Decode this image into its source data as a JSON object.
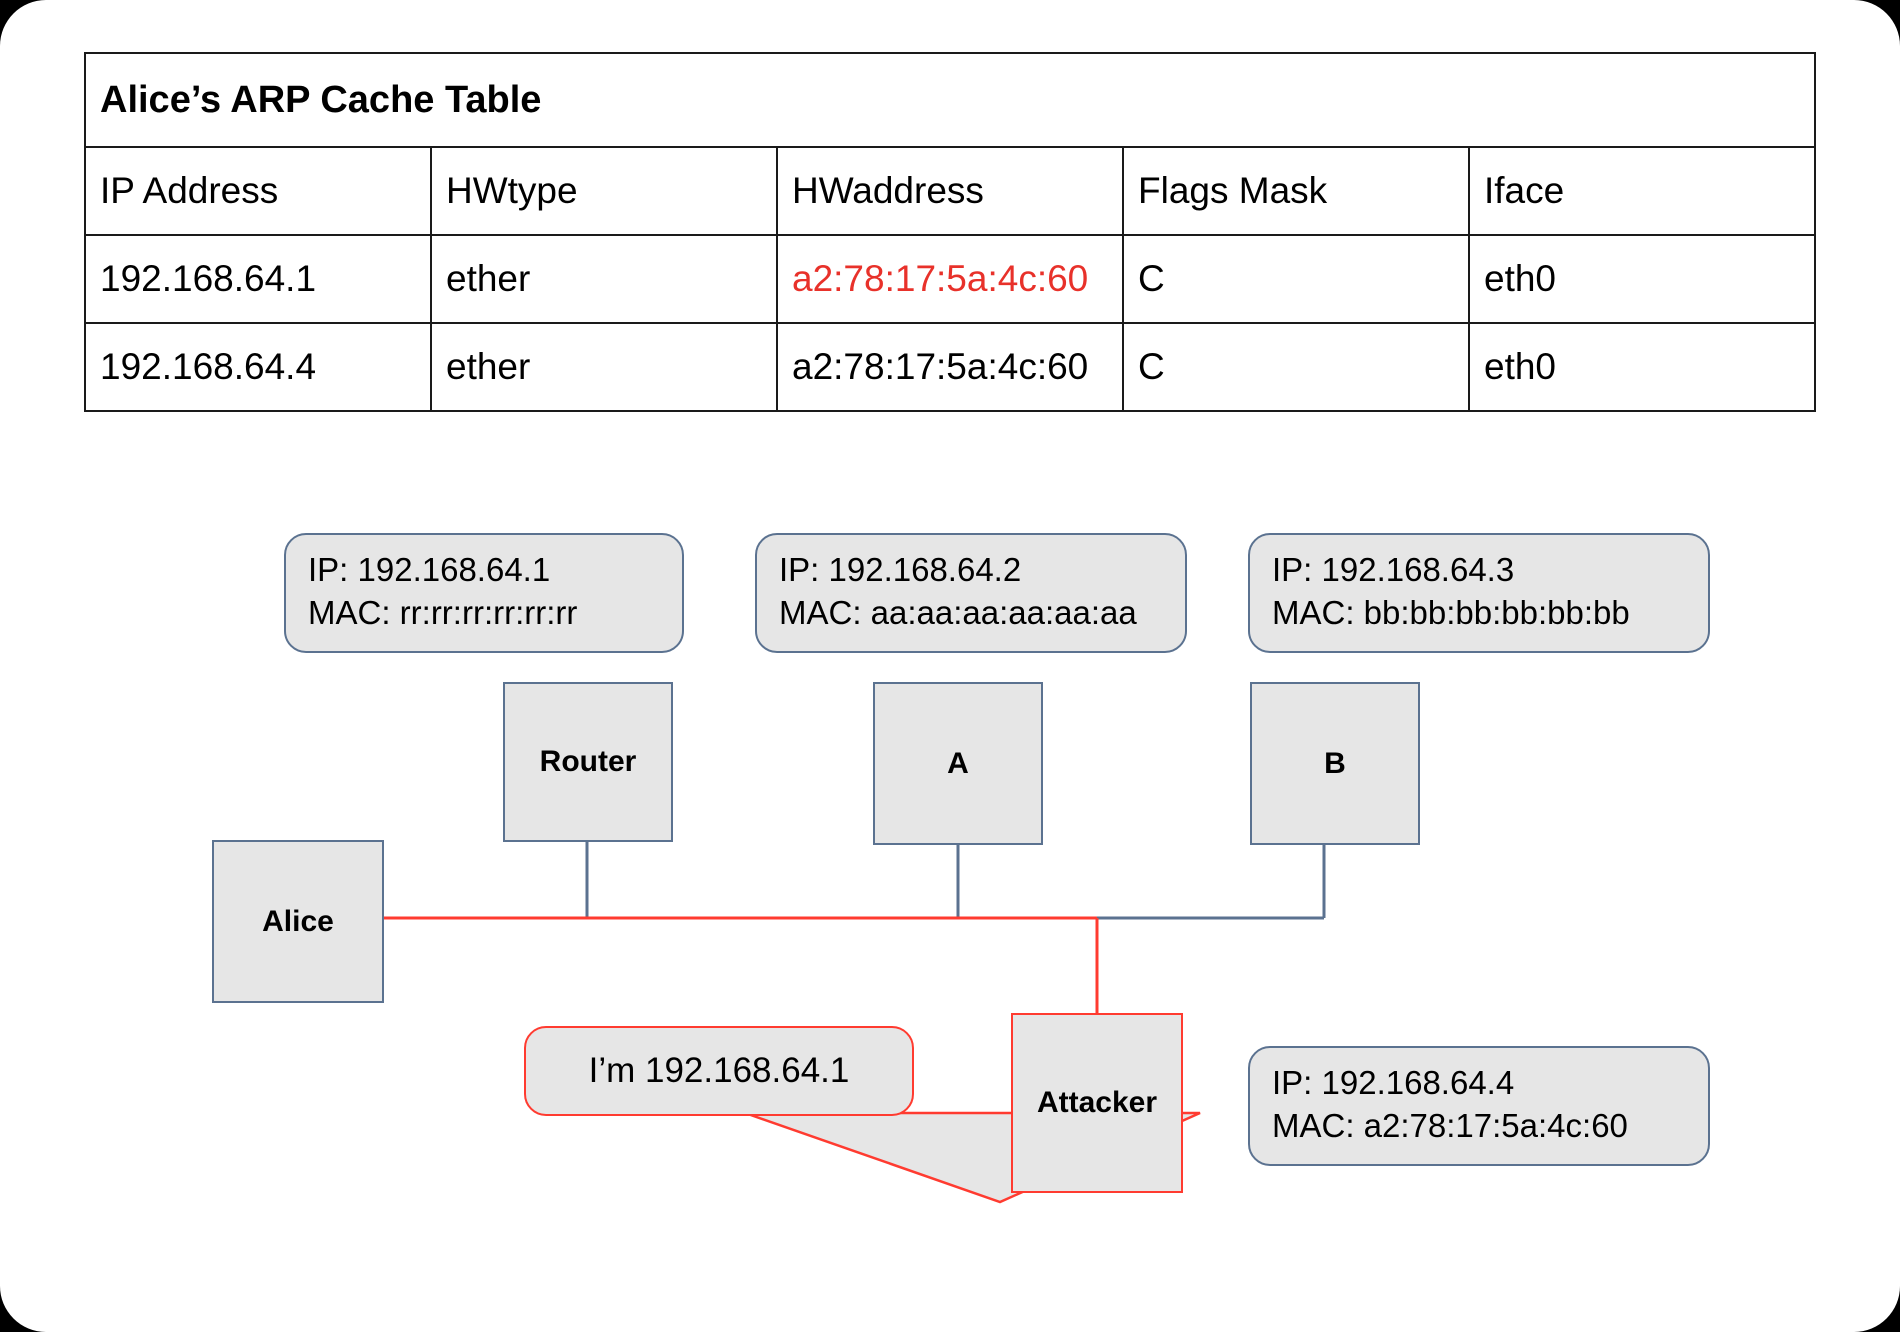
{
  "arp_table": {
    "title": "Alice’s ARP Cache Table",
    "columns": [
      "IP Address",
      "HWtype",
      "HWaddress",
      "Flags Mask",
      "Iface"
    ],
    "rows": [
      {
        "ip": "192.168.64.1",
        "hwtype": "ether",
        "hwaddress": "a2:78:17:5a:4c:60",
        "flags": "C",
        "iface": "eth0",
        "spoofed": true
      },
      {
        "ip": "192.168.64.4",
        "hwtype": "ether",
        "hwaddress": "a2:78:17:5a:4c:60",
        "flags": "C",
        "iface": "eth0",
        "spoofed": false
      }
    ],
    "spoofed_color": "#e8312a"
  },
  "diagram": {
    "nodes": {
      "alice": "Alice",
      "router": "Router",
      "host_a": "A",
      "host_b": "B",
      "attacker": "Attacker"
    },
    "callouts": {
      "router": {
        "ip": "IP: 192.168.64.1",
        "mac": "MAC: rr:rr:rr:rr:rr:rr"
      },
      "host_a": {
        "ip": "IP: 192.168.64.2",
        "mac": "MAC: aa:aa:aa:aa:aa:aa"
      },
      "host_b": {
        "ip": "IP: 192.168.64.3",
        "mac": "MAC: bb:bb:bb:bb:bb:bb"
      },
      "attacker": {
        "ip": "IP: 192.168.64.4",
        "mac": "MAC: a2:78:17:5a:4c:60"
      }
    },
    "speech_bubble": "I’m 192.168.64.1",
    "colors": {
      "attack_line": "#ff3b30",
      "normal_line": "#5b7290",
      "node_fill": "#e6e6e6"
    }
  }
}
